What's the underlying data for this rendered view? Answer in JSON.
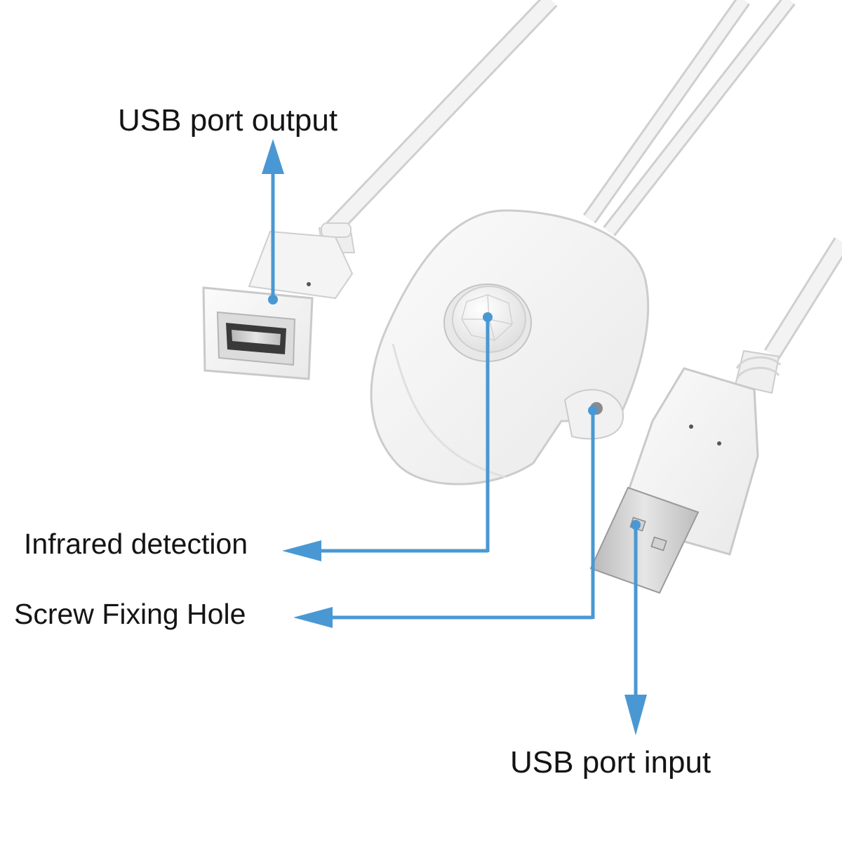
{
  "labels": {
    "usb_output": "USB port output",
    "infrared": "Infrared detection",
    "screw_hole": "Screw Fixing Hole",
    "usb_input": "USB port input"
  },
  "colors": {
    "background": "#ffffff",
    "callout": "#4a98d3",
    "label_text": "#141414",
    "device_body": "#f4f4f4",
    "device_outline": "#c9c9c9",
    "cable": "#f1f1f1",
    "metal": "#c8c8c8"
  },
  "icons": {
    "output_connector": "usb-female-connector",
    "input_connector": "usb-male-connector",
    "sensor": "pir-sensor-dome",
    "callout_arrow": "arrow-head"
  }
}
